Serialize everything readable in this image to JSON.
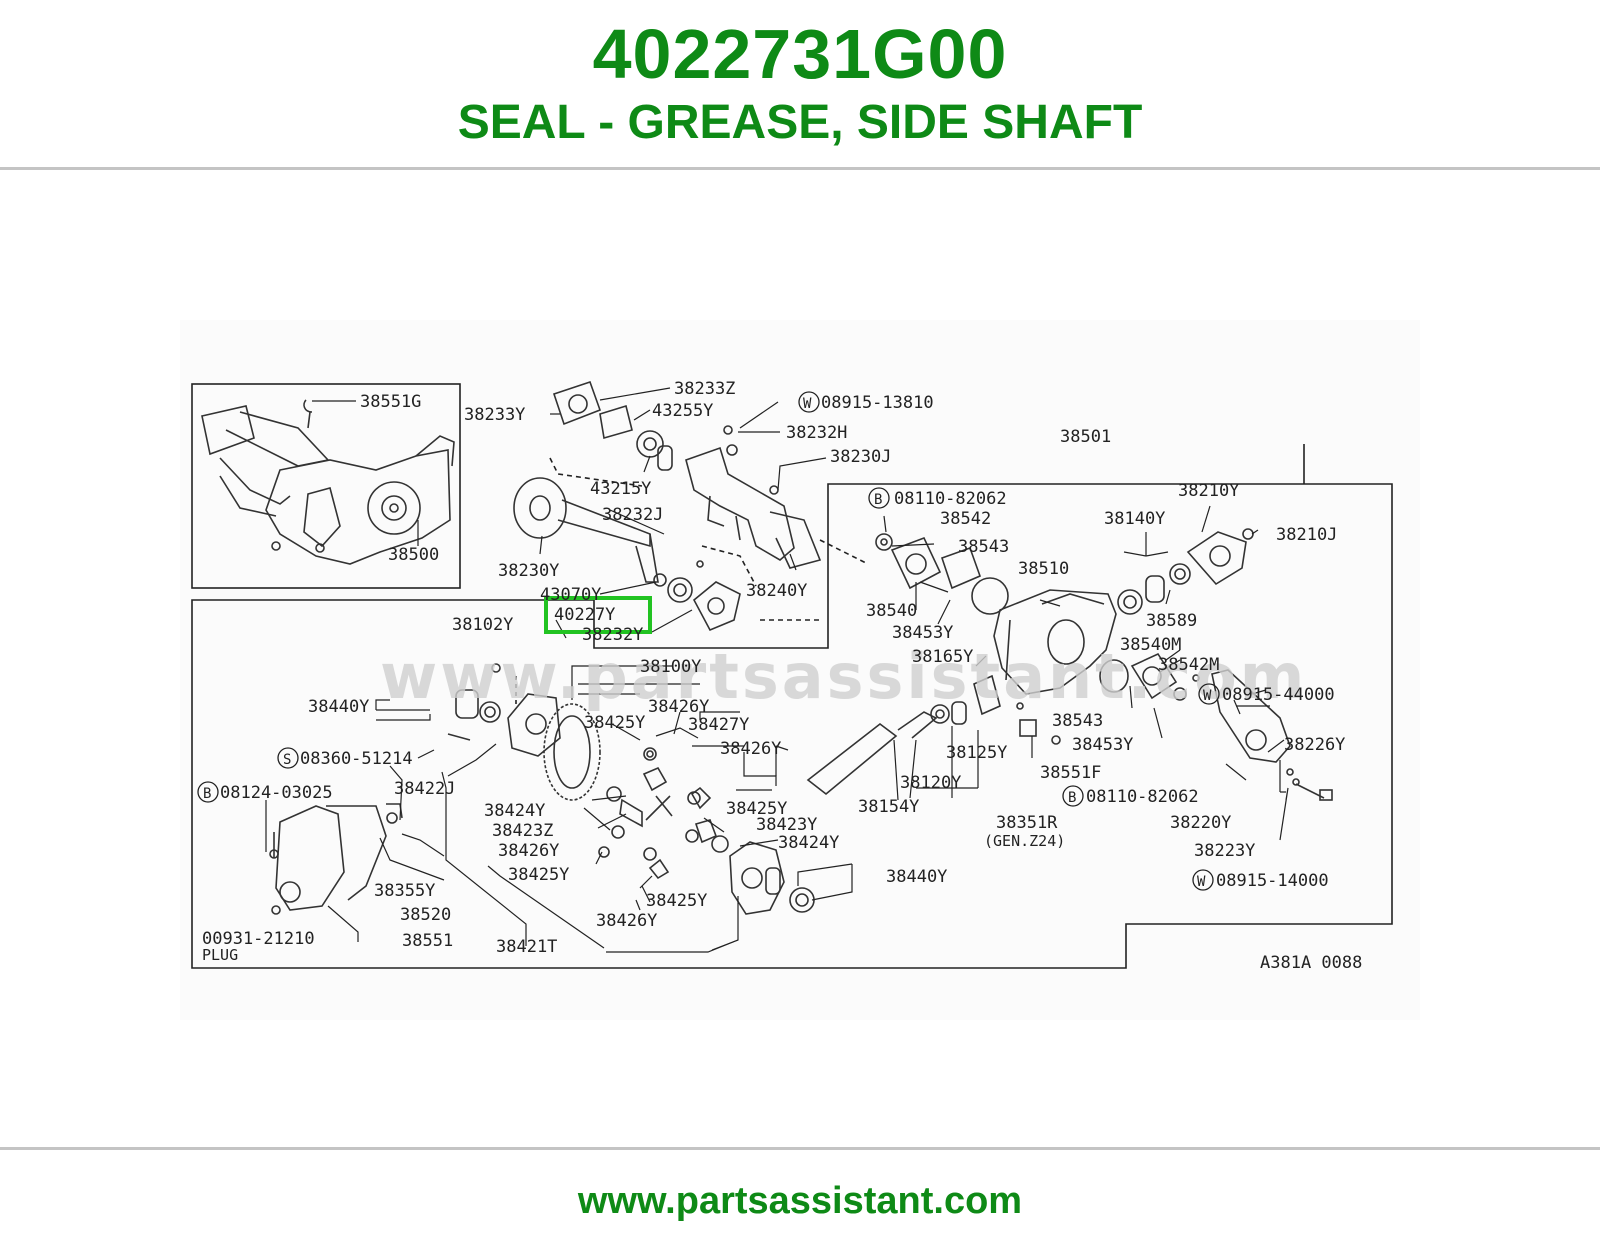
{
  "header": {
    "part_number": "4022731G00",
    "description": "SEAL - GREASE, SIDE SHAFT"
  },
  "diagram": {
    "code": "A381A 0088",
    "watermark": "www.partsassistant.com",
    "highlight_label": "40227Y",
    "highlight_color": "#22c322",
    "labels": {
      "l38551G": "38551G",
      "l38500": "38500",
      "l38233Z": "38233Z",
      "l38233Y": "38233Y",
      "l43255Y": "43255Y",
      "l43215Y": "43215Y",
      "lW08915_13810": "08915-13810",
      "l38232H": "38232H",
      "l38230J": "38230J",
      "l38232J": "38232J",
      "l38230Y": "38230Y",
      "l43070Y": "43070Y",
      "l38232Y": "38232Y",
      "l38240Y": "38240Y",
      "l38501": "38501",
      "lB08110_82062a": "08110-82062",
      "l38542": "38542",
      "l38543a": "38543",
      "l38540": "38540",
      "l38453Ya": "38453Y",
      "l38510": "38510",
      "l38140Y": "38140Y",
      "l38210Y": "38210Y",
      "l38210J": "38210J",
      "l38589": "38589",
      "l38102Y": "38102Y",
      "l38100Y": "38100Y",
      "l38165Y": "38165Y",
      "l38540M": "38540M",
      "l38542M": "38542M",
      "lW08915_44000": "08915-44000",
      "l38226Y": "38226Y",
      "l38543b": "38543",
      "l38453Yb": "38453Y",
      "l38125Y": "38125Y",
      "l38551F": "38551F",
      "lB08110_82062b": "08110-82062",
      "l38220Y": "38220Y",
      "l38223Y": "38223Y",
      "lW08915_14000": "08915-14000",
      "l38351R": "38351R",
      "lGEN": "(GEN.Z24)",
      "l38120Y": "38120Y",
      "l38154Y": "38154Y",
      "l38440Ya": "38440Y",
      "lS08360_51214": "08360-51214",
      "l38422J": "38422J",
      "lB08124_03025": "08124-03025",
      "l38426Ya": "38426Y",
      "l38425Ya": "38425Y",
      "l38427Y": "38427Y",
      "l38426Yb": "38426Y",
      "l38424Ya": "38424Y",
      "l38423Z": "38423Z",
      "l38426Yc": "38426Y",
      "l38425Yb": "38425Y",
      "l38423Y": "38423Y",
      "l38424Yb": "38424Y",
      "l38425Yc": "38425Y",
      "l38425Yd": "38425Y",
      "l38426Yd": "38426Y",
      "l38440Yb": "38440Y",
      "l38355Y": "38355Y",
      "l38520": "38520",
      "l00931_21210": "00931-21210",
      "lPLUG": "PLUG",
      "l38551": "38551",
      "l38421T": "38421T"
    }
  },
  "footer": {
    "url": "www.partsassistant.com"
  }
}
